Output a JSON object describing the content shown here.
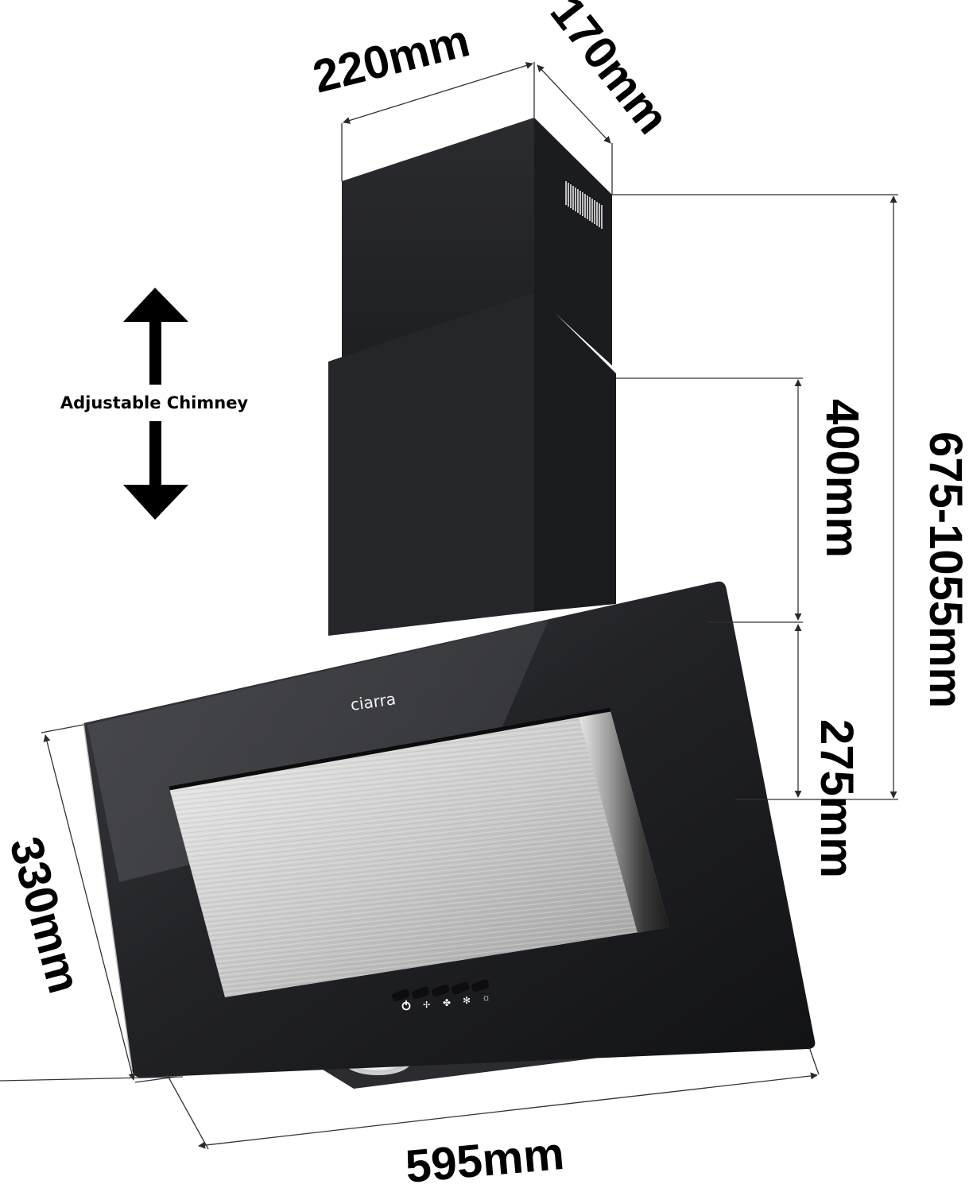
{
  "diagram": {
    "subject": "Angled glass chimney cooker hood",
    "brand_logo": "ciarra",
    "colors": {
      "background": "#ffffff",
      "chimney": "#26272b",
      "chimney_side": "#1c1d20",
      "glass": "#1e1f23",
      "glass_highlight": "#4a4b50",
      "steel_light": "#d9d9d9",
      "steel_dark": "#8a8a8a",
      "dimension_line": "#333333",
      "text": "#000000"
    },
    "annotations": {
      "adjustable_chimney": "Adjustable Chimney"
    },
    "dimensions": {
      "chimney_width": "220mm",
      "chimney_depth": "170mm",
      "chimney_upper_section": "400mm",
      "hood_height": "275mm",
      "total_height": "675-1055mm",
      "glass_depth": "330mm",
      "hood_width": "595mm"
    },
    "controls": [
      {
        "name": "power",
        "icon": "power-icon"
      },
      {
        "name": "speed-1",
        "icon": "fan-low-icon"
      },
      {
        "name": "speed-2",
        "icon": "fan-medium-icon"
      },
      {
        "name": "speed-3",
        "icon": "fan-high-icon"
      },
      {
        "name": "light",
        "icon": "light-icon"
      }
    ],
    "lights": [
      {
        "name": "left-led-light"
      },
      {
        "name": "right-led-light"
      }
    ]
  }
}
